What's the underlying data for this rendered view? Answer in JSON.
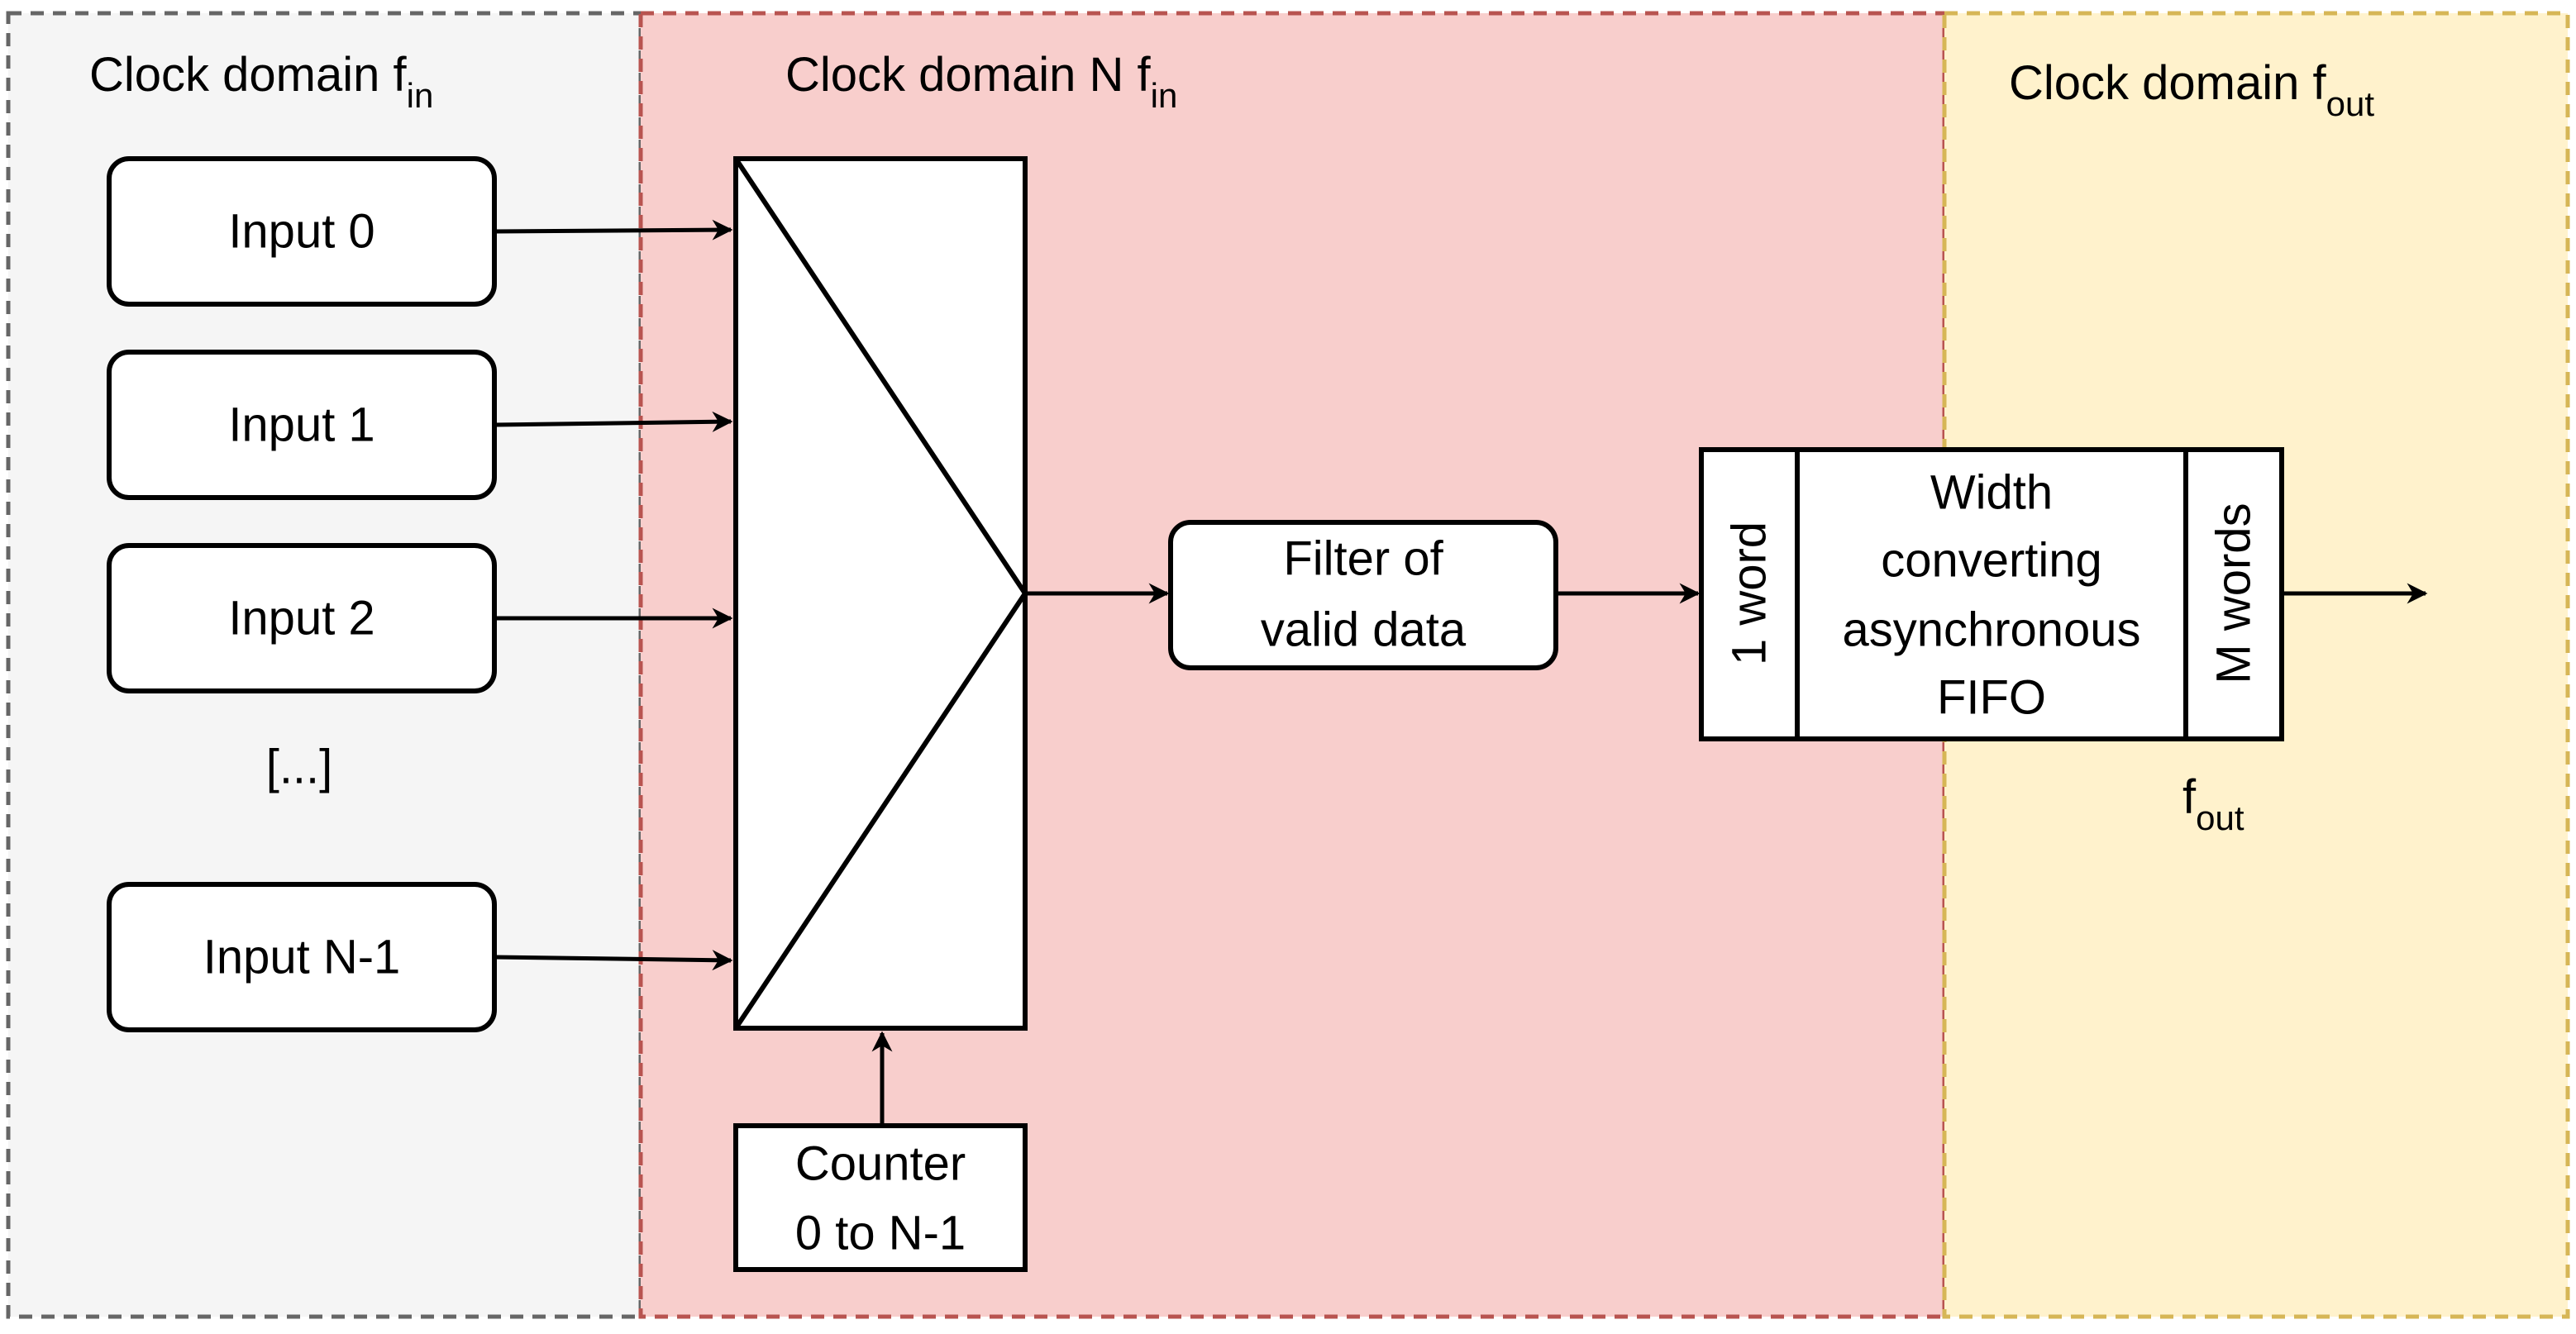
{
  "colors": {
    "domain_in_fill": "#f5f5f5",
    "domain_in_border": "#666666",
    "domain_mid_fill": "#f8cecc",
    "domain_mid_border": "#b85450",
    "domain_out_fill": "#fff2cc",
    "domain_out_border": "#d6b656",
    "block_fill": "#ffffff",
    "stroke": "#000000"
  },
  "domains": {
    "input": {
      "label": "Clock domain f",
      "sub": "in"
    },
    "mid": {
      "label": "Clock domain N f",
      "sub": "in"
    },
    "output": {
      "label": "Clock domain f",
      "sub": "out"
    }
  },
  "inputs": [
    {
      "label": "Input 0"
    },
    {
      "label": "Input 1"
    },
    {
      "label": "Input 2"
    },
    {
      "label": "Input N-1"
    }
  ],
  "ellipsis": "[...]",
  "counter": {
    "line1": "Counter",
    "line2": "0 to N-1"
  },
  "filter": {
    "line1": "Filter of",
    "line2": "valid data"
  },
  "fifo": {
    "left_label": "1 word",
    "center_lines": [
      "Width",
      "converting",
      "asynchronous",
      "FIFO"
    ],
    "right_label": "M words"
  },
  "output_clock": {
    "label": "f",
    "sub": "out"
  }
}
